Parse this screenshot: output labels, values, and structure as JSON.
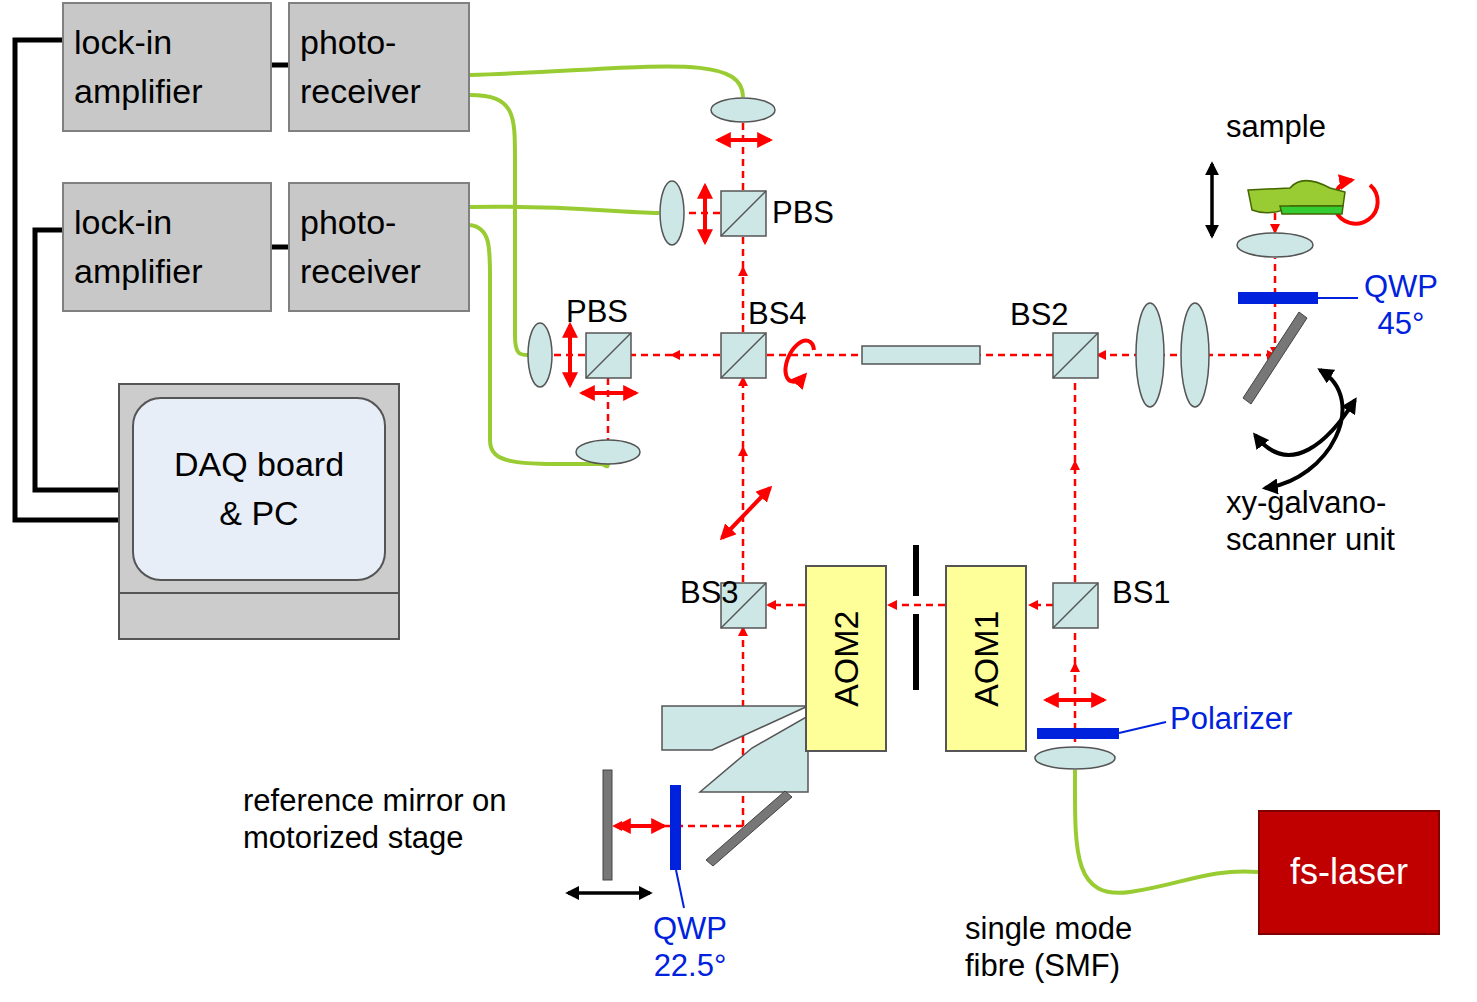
{
  "diagram": {
    "nodes": [
      {
        "text": [
          "lock-in amplifier"
        ]
      },
      {
        "text": [
          "photo-receiver"
        ]
      },
      {
        "text": [
          "lock-in amplifier"
        ]
      },
      {
        "text": [
          "photo-receiver"
        ]
      },
      {
        "text": [
          "DAQ board & PC"
        ]
      },
      {
        "text": [
          "AOM2"
        ]
      },
      {
        "text": [
          "AOM1"
        ]
      },
      {
        "text": [
          "fs-laser"
        ]
      }
    ],
    "edges": [
      {
        "from": 0,
        "to": 1,
        "arrow": "none"
      },
      {
        "from": 2,
        "to": 3,
        "arrow": "none"
      },
      {
        "from": 0,
        "to": 4,
        "arrow": "none"
      },
      {
        "from": 2,
        "to": 4,
        "arrow": "none"
      },
      {
        "from": 6,
        "to": 5,
        "arrow": "to"
      }
    ],
    "labels": [
      "sample",
      "BS2",
      "BS4",
      "PBS",
      "PBS",
      "BS3",
      "BS1",
      "QWP 45°",
      "xy-galvano-scanner unit",
      "Polarizer",
      "reference mirror on motorized stage",
      "QWP 22.5°",
      "single mode fibre (SMF)"
    ]
  }
}
